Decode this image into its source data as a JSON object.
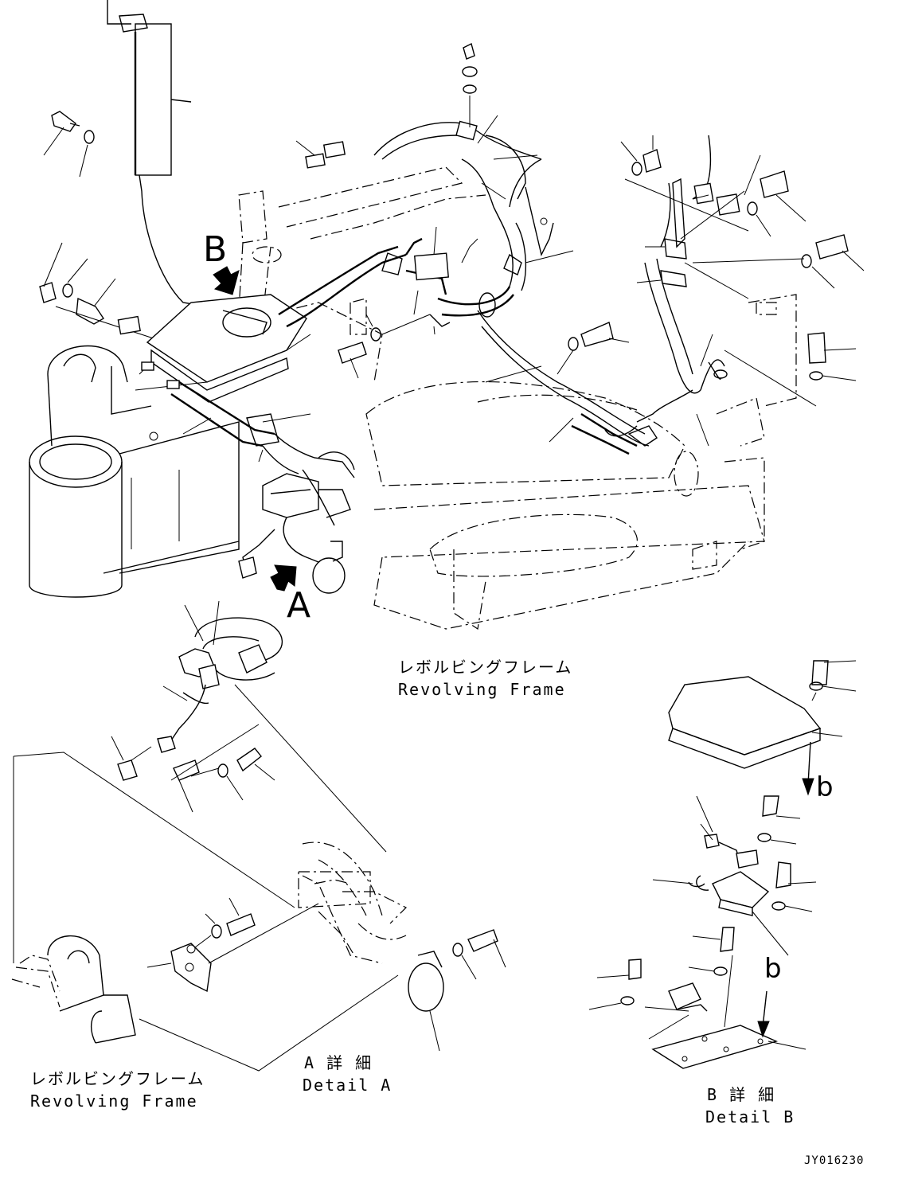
{
  "labels": {
    "frame_main_jp": "レボルビングフレーム",
    "frame_main_en": "Revolving Frame",
    "frame_left_jp": "レボルビングフレーム",
    "frame_left_en": "Revolving Frame",
    "detail_a_jp": "A 詳 細",
    "detail_a_en": "Detail A",
    "detail_b_jp": "B 詳 細",
    "detail_b_en": "Detail B",
    "callout_a": "A",
    "callout_b": "B",
    "sub_b_upper": "b",
    "sub_b_lower": "b",
    "drawing_code": "JY016230"
  }
}
